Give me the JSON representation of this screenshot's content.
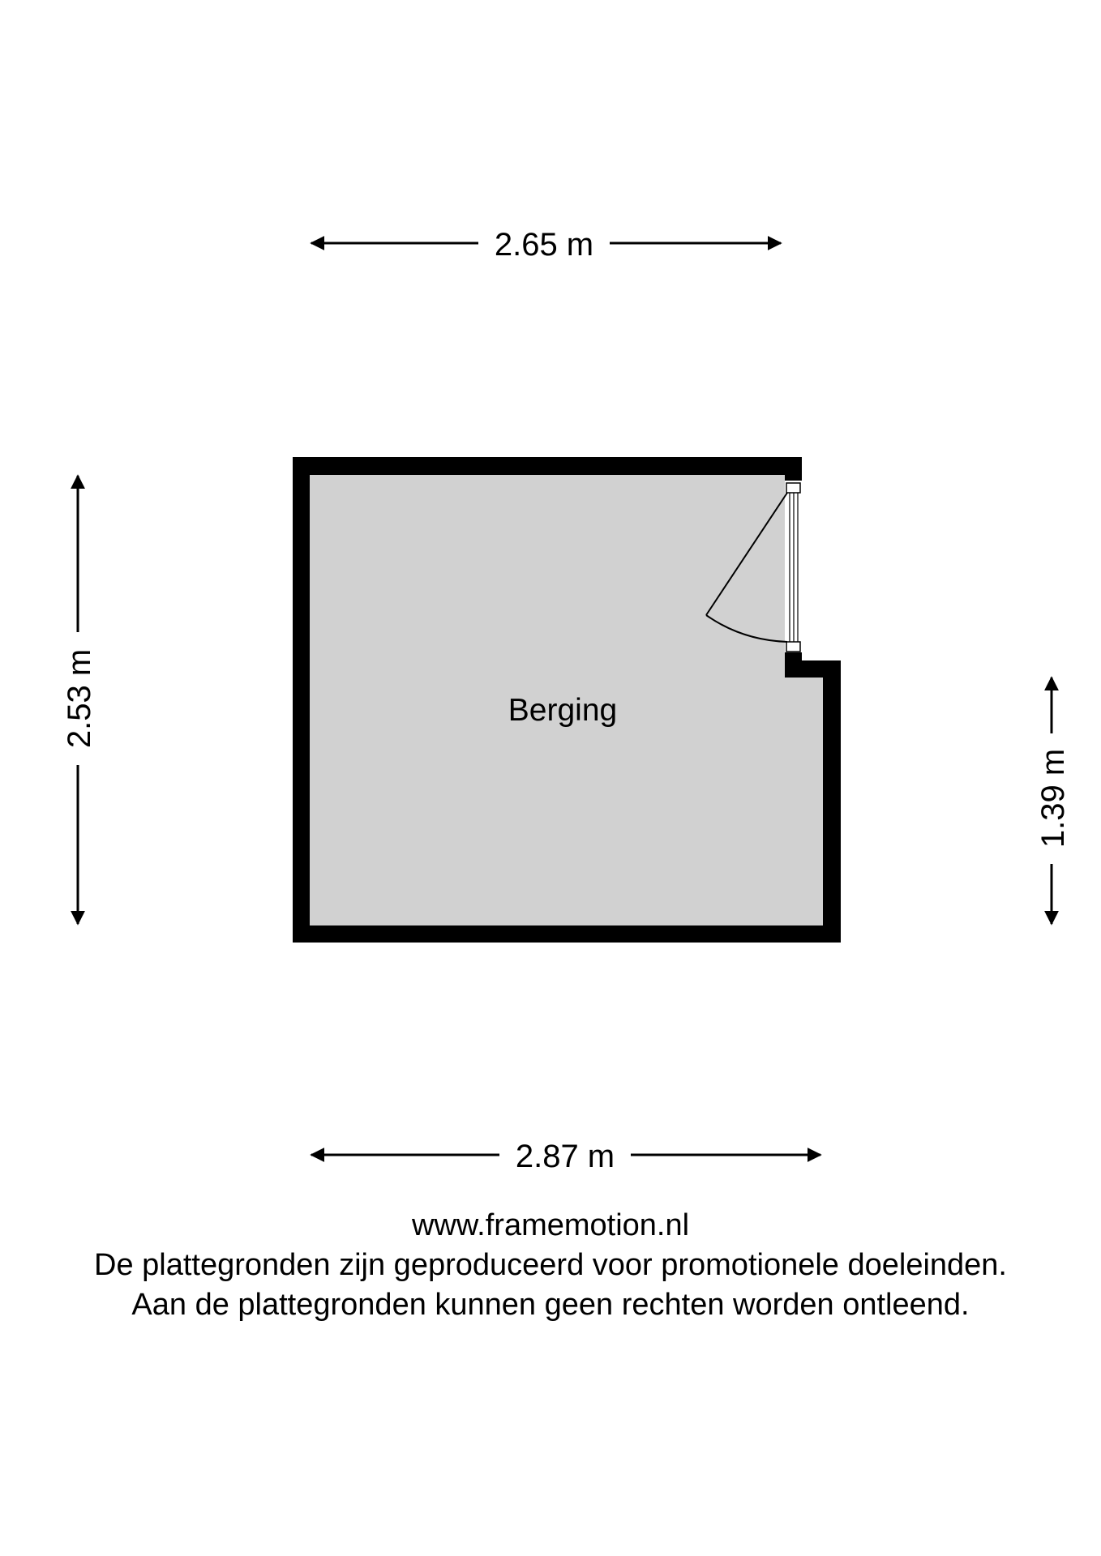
{
  "room": {
    "name": "Berging"
  },
  "dimensions": {
    "top": "2.65 m",
    "bottom": "2.87 m",
    "left": "2.53 m",
    "right": "1.39 m"
  },
  "footer": {
    "website": "www.framemotion.nl",
    "line1": "De plattegronden zijn geproduceerd voor promotionele doeleinden.",
    "line2": "Aan de plattegronden kunnen geen rechten worden ontleend."
  },
  "colors": {
    "wall": "#000000",
    "floor": "#d1d1d1"
  }
}
